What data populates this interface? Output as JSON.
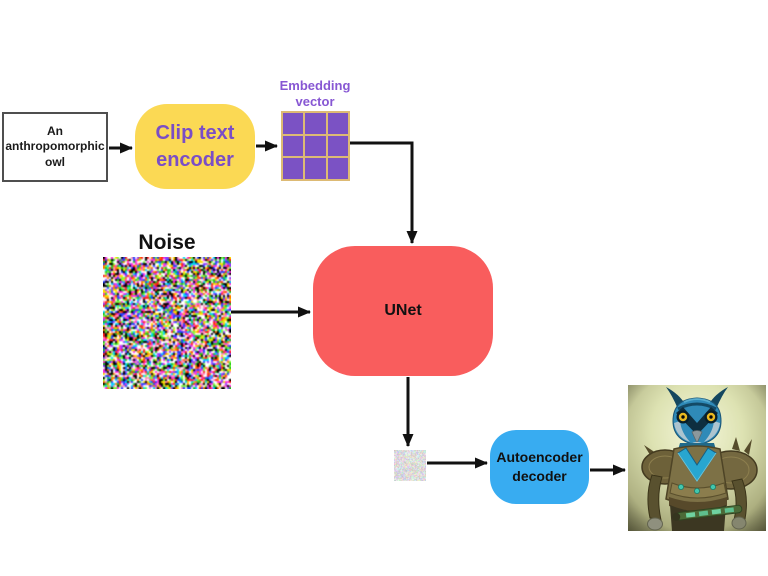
{
  "page": {
    "background_color": "#ffffff"
  },
  "diagram": {
    "prompt_box": {
      "text": "An\nanthropomorphic\nowl"
    },
    "clip_encoder": {
      "label": "Clip text\nencoder",
      "bg_color": "#FBD954",
      "label_color": "#7A4EC6"
    },
    "embedding": {
      "label": "Embedding\nvector",
      "label_color": "#8757D3",
      "grid": {
        "rows": 3,
        "cols": 3,
        "cell_color": "#7B52C4",
        "line_color": "#DDBA74"
      }
    },
    "noise": {
      "label": "Noise"
    },
    "unet": {
      "label": "UNet",
      "bg_color": "#F95D5D"
    },
    "latent": {
      "name": "denoised-latent-patch"
    },
    "decoder": {
      "label": "Autoencoder\ndecoder",
      "bg_color": "#38ACF1"
    },
    "output": {
      "name": "generated-armored-owl-image"
    },
    "arrow_color": "#111111"
  }
}
